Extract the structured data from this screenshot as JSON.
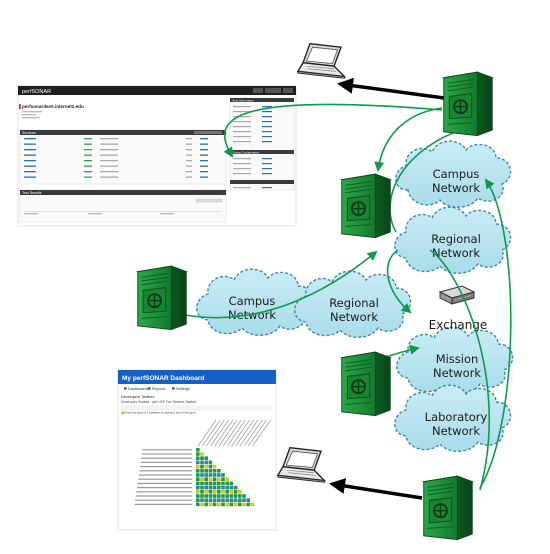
{
  "clouds": {
    "campus_right": "Campus\nNetwork",
    "regional_right": "Regional\nNetwork",
    "campus_left": "Campus\nNetwork",
    "regional_left": "Regional\nNetwork",
    "mission": "Mission\nNetwork",
    "laboratory": "Laboratory\nNetwork"
  },
  "exchange_label": "Exchange",
  "toolkit_screenshot": {
    "brand": "perfSONAR",
    "host_title": "perfsonardev0.internet2.edu",
    "services_header": "Services",
    "test_results_header": "Test Results",
    "host_info_header": "Host Information",
    "global_config_header": "Global Configuration",
    "host_details_button": "Log in",
    "config_button": "Configuration",
    "help_button": "Help"
  },
  "dashboard_screenshot": {
    "title": "My perfSONAR Dashboard",
    "nav": [
      "Dashboards",
      "Reports",
      "Settings"
    ],
    "grid_title": "Developers Testbed - perf UDP Two Streams Testbed",
    "grid_subtitle": "Developers Testbed",
    "warning_text": "Found a total of 1 problem involving 1 host in the grid"
  },
  "colors": {
    "server_green": "#1e8b3a",
    "arrow_green": "#0f9a4c",
    "cloud_fill": "#b8e4ef",
    "cloud_stroke": "#3b8aa8",
    "arrow_black": "#000000"
  },
  "icons": [
    "server-icon",
    "laptop-icon",
    "network-switch-icon"
  ]
}
